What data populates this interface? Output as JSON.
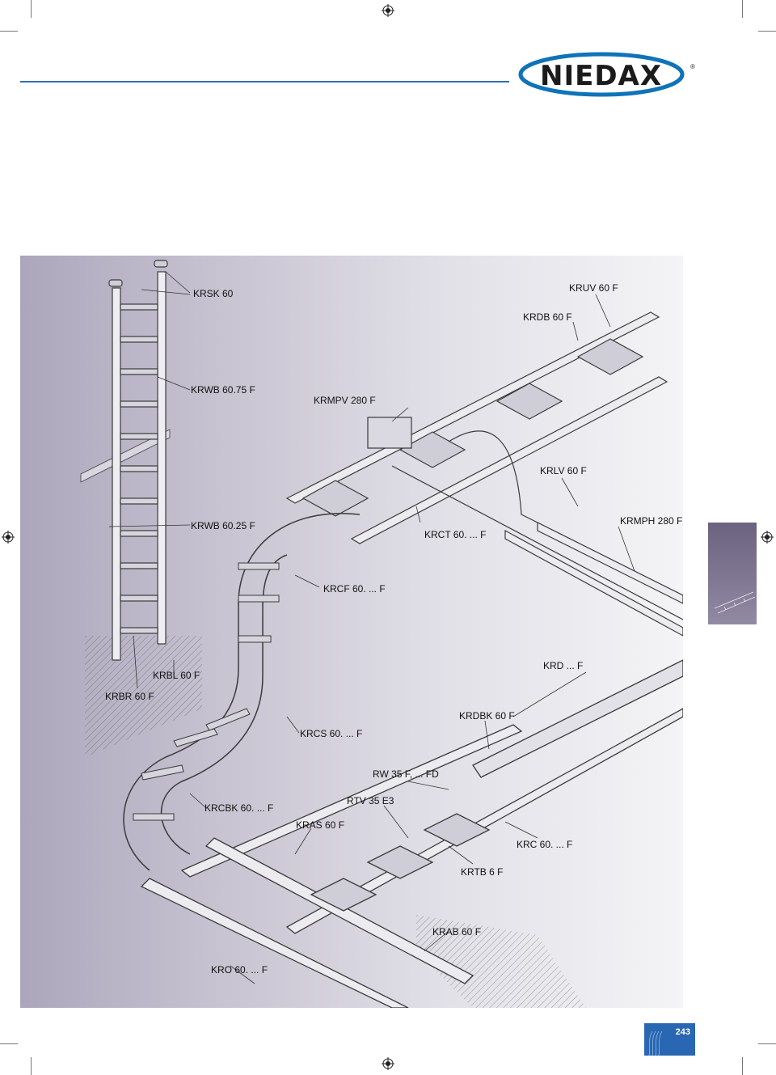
{
  "header": {
    "brand": "NIEDAX",
    "registered_symbol": "®",
    "brand_color": "#0f73b8",
    "rule_color": "#2f6fb3"
  },
  "illustration": {
    "labels": [
      {
        "id": "krsk",
        "text": "KRSK 60"
      },
      {
        "id": "kruv",
        "text": "KRUV 60 F"
      },
      {
        "id": "krdb",
        "text": "KRDB 60 F"
      },
      {
        "id": "krwb75",
        "text": "KRWB 60.75 F"
      },
      {
        "id": "krmpv",
        "text": "KRMPV 280 F"
      },
      {
        "id": "krlv",
        "text": "KRLV 60 F"
      },
      {
        "id": "krwb25",
        "text": "KRWB 60.25 F"
      },
      {
        "id": "krct",
        "text": "KRCT 60. ... F"
      },
      {
        "id": "krmph",
        "text": "KRMPH 280 F"
      },
      {
        "id": "krcf",
        "text": "KRCF 60. ... F"
      },
      {
        "id": "krbl",
        "text": "KRBL 60 F"
      },
      {
        "id": "krd",
        "text": "KRD ... F"
      },
      {
        "id": "krbr",
        "text": "KRBR 60 F"
      },
      {
        "id": "krdbk",
        "text": "KRDBK 60 F"
      },
      {
        "id": "krcs",
        "text": "KRCS 60. ... F"
      },
      {
        "id": "rw",
        "text": "RW 35 F, ... FD"
      },
      {
        "id": "krcbk",
        "text": "KRCBK 60. ... F"
      },
      {
        "id": "rtv",
        "text": "RTV 35 E3"
      },
      {
        "id": "kras",
        "text": "KRAS 60 F"
      },
      {
        "id": "krc",
        "text": "KRC 60. ... F"
      },
      {
        "id": "krtb",
        "text": "KRTB 6 F"
      },
      {
        "id": "krab",
        "text": "KRAB 60 F"
      },
      {
        "id": "kro",
        "text": "KRO 60. ... F"
      }
    ]
  },
  "page": {
    "number": "243",
    "badge_color": "#2a67b2",
    "tab_color": "#7a7290"
  }
}
